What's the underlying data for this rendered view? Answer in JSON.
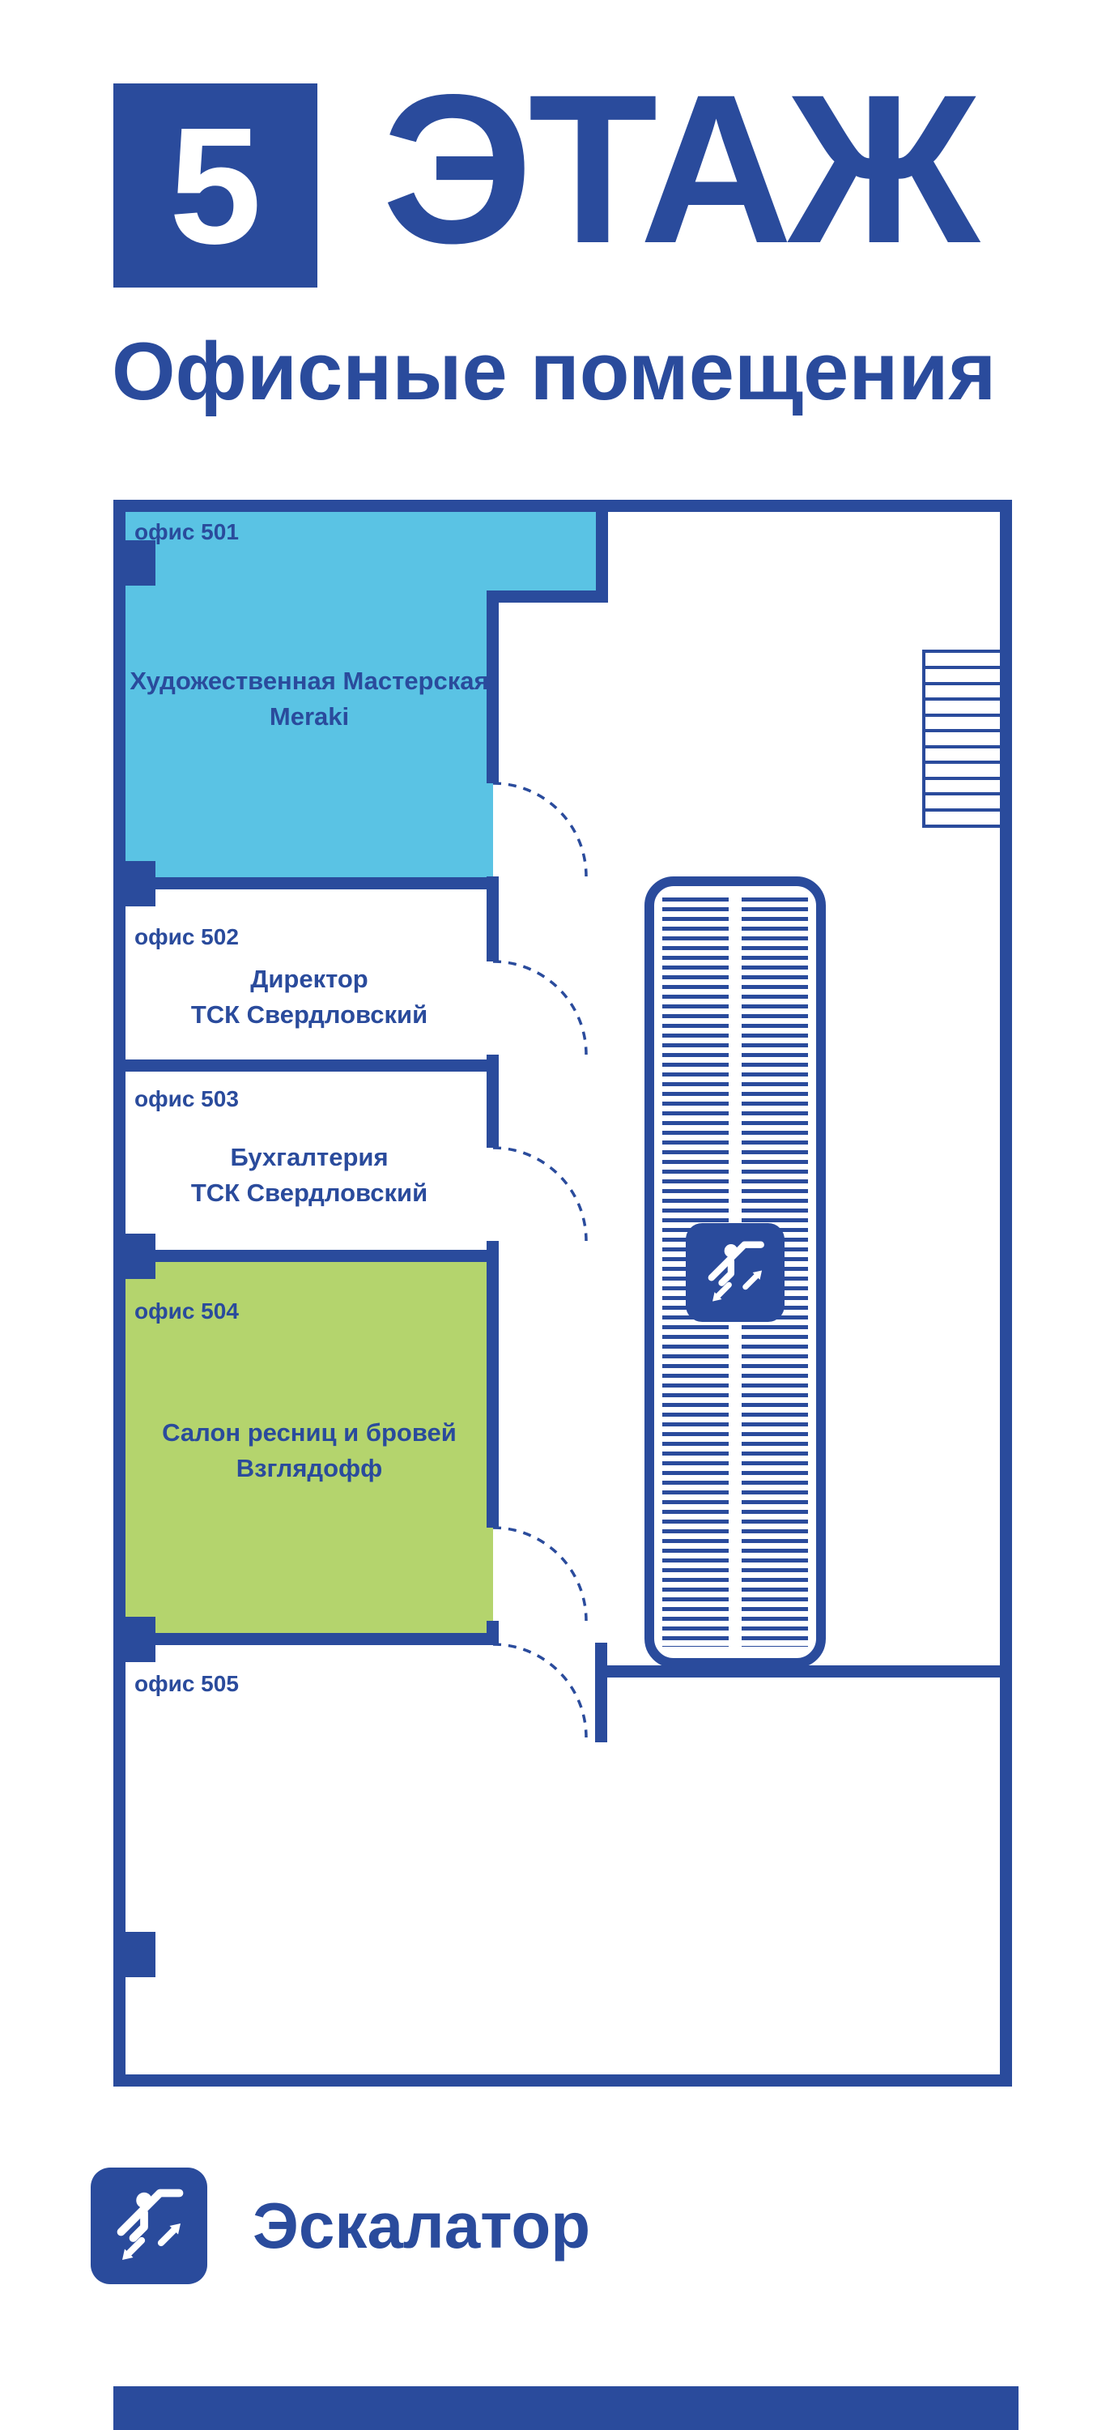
{
  "header": {
    "floor_number": "5",
    "floor_word": "ЭТАЖ",
    "subtitle": "Офисные помещения"
  },
  "colors": {
    "primary_blue": "#2a4b9c",
    "room_501_fill": "#5ac3e4",
    "room_504_fill": "#b4d46d",
    "background": "#ffffff"
  },
  "plan": {
    "rooms": [
      {
        "label": "офис 501",
        "name_lines": [
          "Художественная Мастерская",
          "Meraki"
        ],
        "fill": "#5ac3e4"
      },
      {
        "label": "офис 502",
        "name_lines": [
          "Директор",
          "ТСК Свердловский"
        ],
        "fill": "#ffffff"
      },
      {
        "label": "офис 503",
        "name_lines": [
          "Бухгалтерия",
          "ТСК Свердловский"
        ],
        "fill": "#ffffff"
      },
      {
        "label": "офис 504",
        "name_lines": [
          "Салон ресниц и бровей",
          "Взглядофф"
        ],
        "fill": "#b4d46d"
      },
      {
        "label": "офис 505",
        "name_lines": [],
        "fill": "#ffffff"
      }
    ],
    "icons": {
      "escalator": "escalator-icon",
      "stairs": "stairs-icon"
    }
  },
  "legend": {
    "escalator_label": "Эскалатор"
  }
}
